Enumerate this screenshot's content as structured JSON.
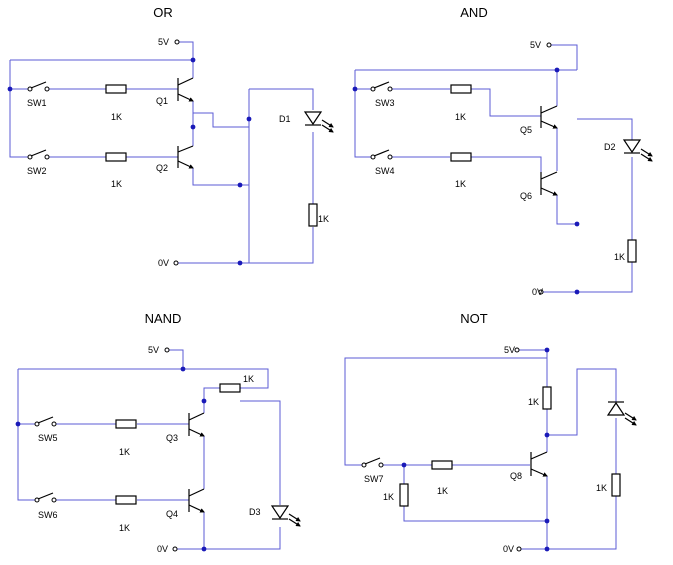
{
  "circuits": {
    "or": {
      "title": "OR",
      "v5": "5V",
      "v0": "0V",
      "sw1": "SW1",
      "sw2": "SW2",
      "r_top": "1K",
      "r_bot": "1K",
      "r_led": "1K",
      "q_top": "Q1",
      "q_bot": "Q2",
      "led": "D1"
    },
    "and": {
      "title": "AND",
      "v5": "5V",
      "v0": "0V",
      "sw1": "SW3",
      "sw2": "SW4",
      "r_top": "1K",
      "r_bot": "1K",
      "r_led": "1K",
      "q_top": "Q5",
      "q_bot": "Q6",
      "led": "D2"
    },
    "nand": {
      "title": "NAND",
      "v5": "5V",
      "v0": "0V",
      "sw1": "SW5",
      "sw2": "SW6",
      "r_top": "1K",
      "r_bot": "1K",
      "r_pull": "1K",
      "q_top": "Q3",
      "q_bot": "Q4",
      "led": "D3"
    },
    "not": {
      "title": "NOT",
      "v5": "5V",
      "v0": "0V",
      "sw": "SW7",
      "r_coll": "1K",
      "r_base": "1K",
      "r_pulldown": "1K",
      "r_led": "1K",
      "q": "Q8"
    }
  }
}
